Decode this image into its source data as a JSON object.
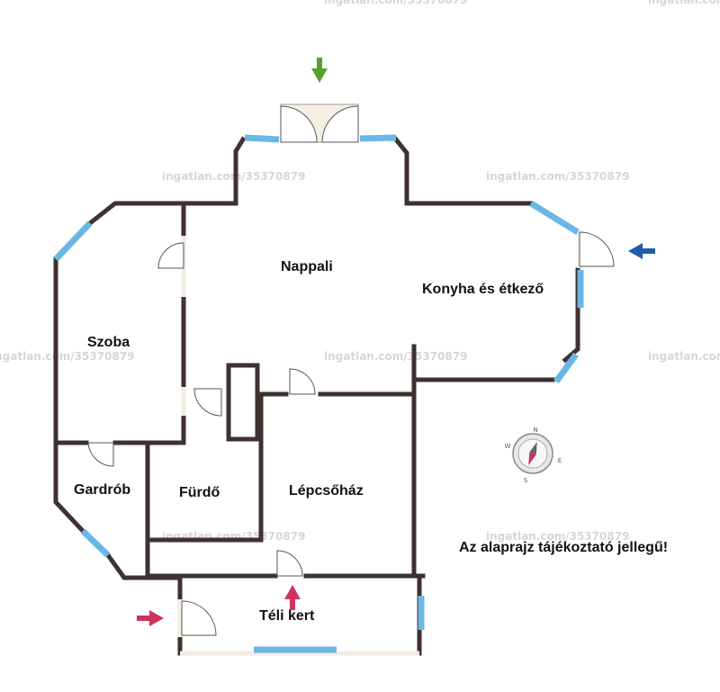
{
  "rooms": {
    "nappali": "Nappali",
    "konyha": "Konyha és étkező",
    "szoba": "Szoba",
    "gardrob": "Gardrób",
    "furdo": "Fürdő",
    "lepcsohaz": "Lépcsőház",
    "teli_kert": "Téli kert"
  },
  "disclaimer": "Az alaprajz tájékoztató jellegű!",
  "watermark": "ingatlan.com/35370879",
  "compass": {
    "n": "N",
    "s": "S",
    "e": "E",
    "w": "W"
  },
  "colors": {
    "wall": "#3d3230",
    "window": "#6ab7e6",
    "entrance_arrow_green": "#5aa02c",
    "entrance_arrow_blue": "#1f5fa8",
    "entrance_arrow_red": "#d0335a"
  }
}
